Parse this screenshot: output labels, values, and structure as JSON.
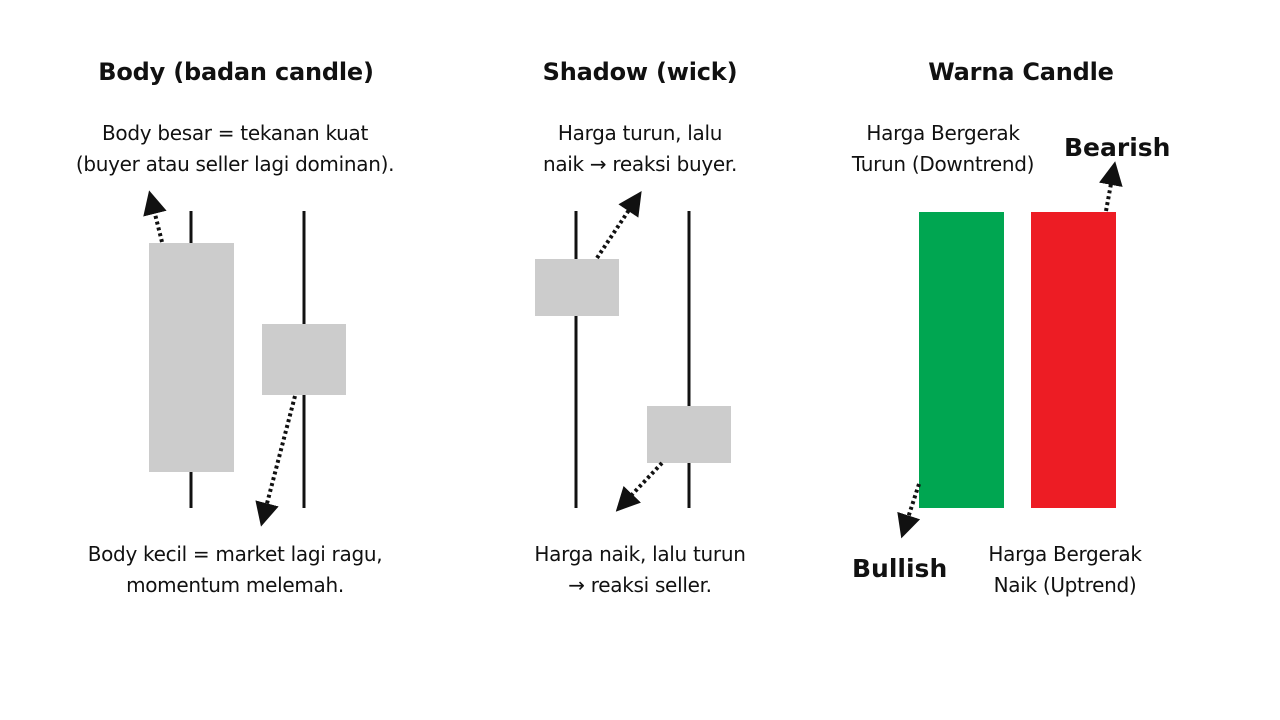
{
  "sections": [
    {
      "title": "Body (badan candle)",
      "top_text": [
        "Body besar = tekanan kuat",
        "(buyer atau seller lagi dominan)."
      ],
      "bottom_text": [
        "Body kecil = market lagi ragu,",
        "momentum melemah."
      ]
    },
    {
      "title": "Shadow (wick)",
      "top_text": [
        "Harga turun, lalu",
        "naik → reaksi buyer."
      ],
      "bottom_text": [
        "Harga naik, lalu turun",
        "→ reaksi seller."
      ]
    },
    {
      "title": "Warna Candle",
      "top_text": [
        "Harga Bergerak",
        "Turun (Downtrend)"
      ],
      "bottom_text": [
        "Harga Bergerak",
        "Naik (Uptrend)"
      ],
      "labels": {
        "bearish": "Bearish",
        "bullish": "Bullish"
      }
    }
  ],
  "colors": {
    "body_gray": "#cccccc",
    "wick": "#111111",
    "bullish_green": "#00a651",
    "bearish_red": "#ed1c24"
  },
  "icons": [
    "dotted-arrow-icon"
  ]
}
